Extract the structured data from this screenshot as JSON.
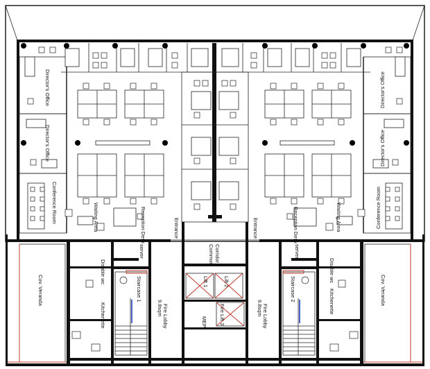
{
  "labels": {
    "directors_office": "Director's Office",
    "conference_room": "Conference Room",
    "waiting_area": "Waiting Area",
    "reception_desk": "Reception Desk",
    "entrance": "Entrance",
    "server": "server",
    "common_corridor": "Common Corridor",
    "cov_veranda": "Cov. Veranda",
    "disable_wc": "Disable wc",
    "kitchenette": "Kitchenette",
    "staircase_1": "Staircase 1",
    "staircase_2": "Staircase 2",
    "fire_lobby": "Fire Lobby",
    "fire_lobby_area": "9.8sqm",
    "lift_1": "Lift 1",
    "lift_2": "Lift 2",
    "fire_lift_3": "Fire Lift 3",
    "mep": "MEP"
  },
  "colors": {
    "wall": "#111111",
    "lift_mark": "#c0392b",
    "stair_rail": "#1f3fbf"
  }
}
